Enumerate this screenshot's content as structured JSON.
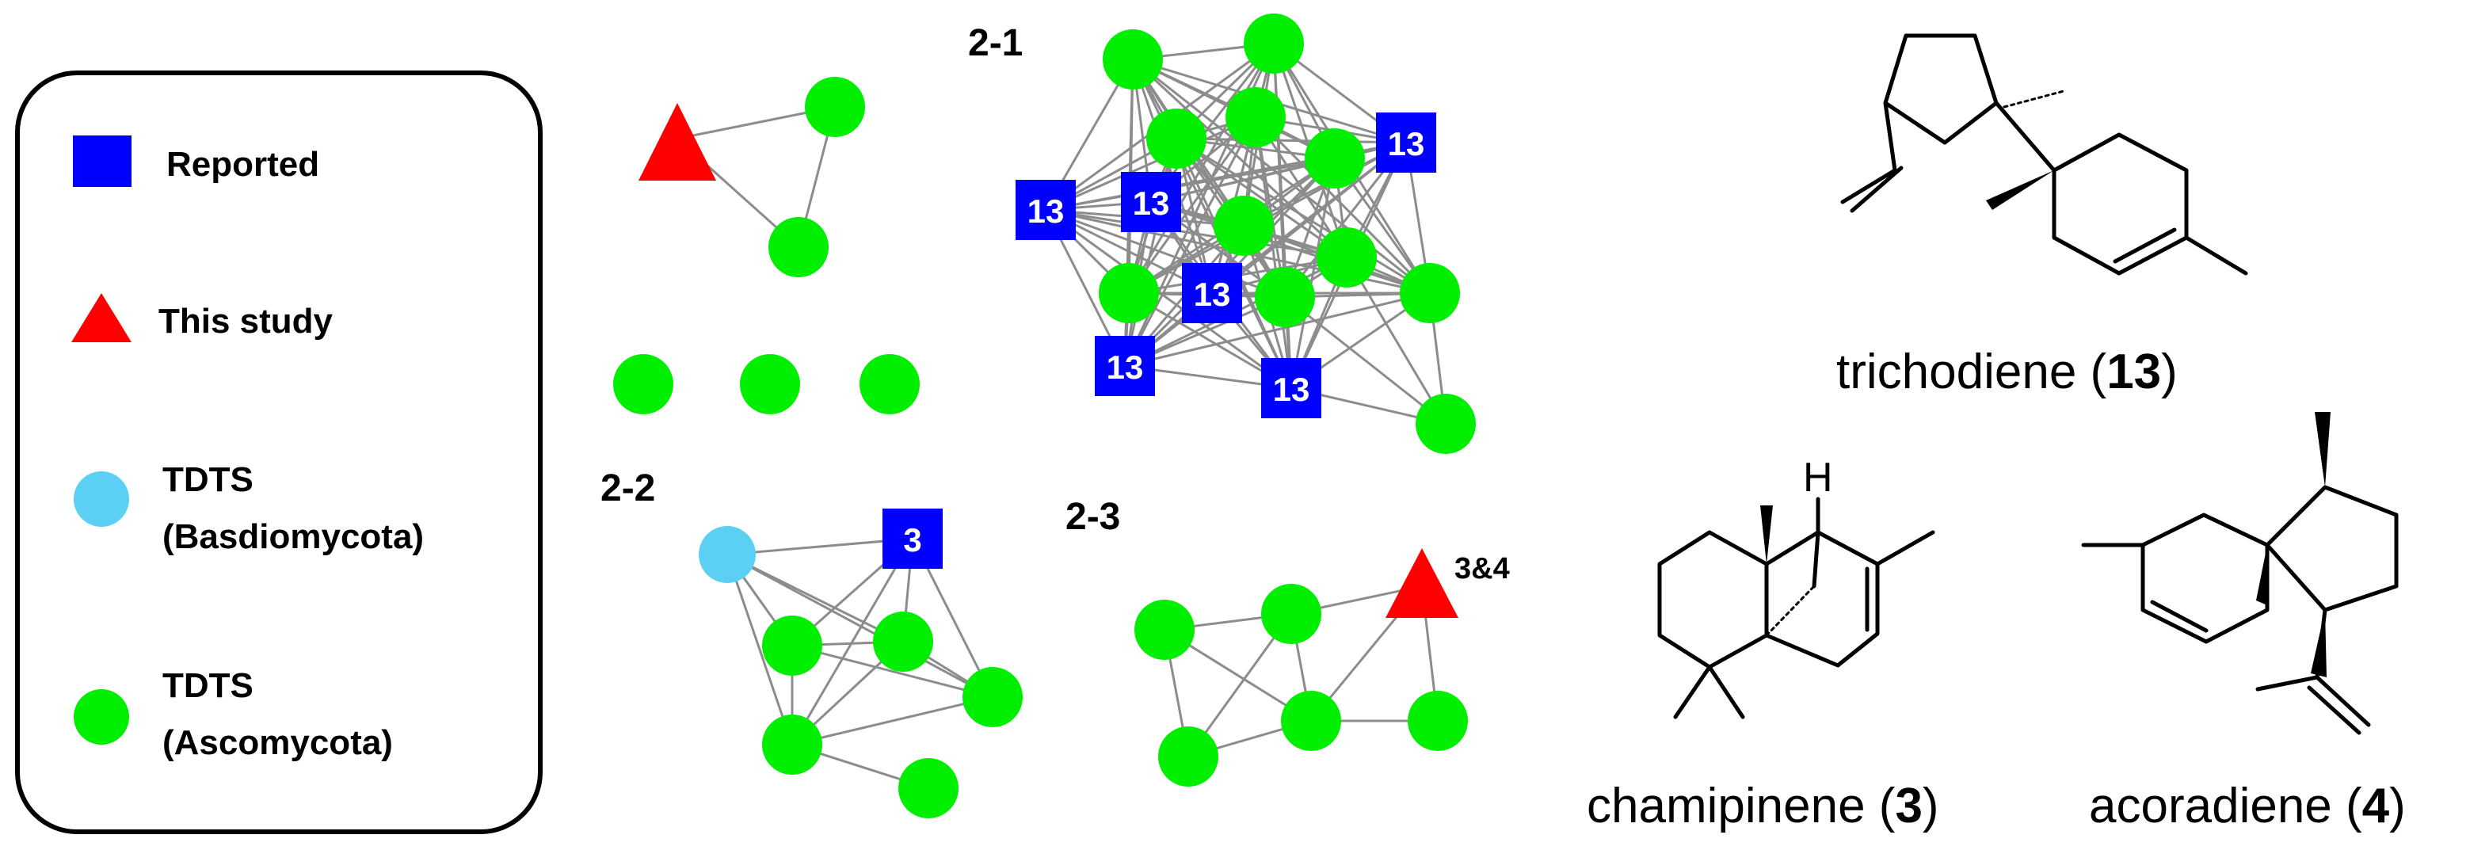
{
  "legend": {
    "items": [
      {
        "label": "Reported",
        "shape": "square",
        "color": "#0000ff"
      },
      {
        "label": "This study",
        "shape": "triangle",
        "color": "#ff0000"
      },
      {
        "label": "TDTS (Basdiomycota)",
        "shape": "circle",
        "color": "#5ccff5",
        "lines": [
          "TDTS",
          "(Basdiomycota)"
        ]
      },
      {
        "label": "TDTS (Ascomycota)",
        "shape": "circle",
        "color": "#00ee00",
        "lines": [
          "TDTS",
          "(Ascomycota)"
        ]
      }
    ]
  },
  "clusters": {
    "c21": {
      "label": "2-1"
    },
    "c22": {
      "label": "2-2"
    },
    "c23": {
      "label": "2-3"
    }
  },
  "node_labels": {
    "n13": "13",
    "n3": "3",
    "n34": "3&4"
  },
  "compounds": {
    "trichodiene": {
      "name": "trichodiene (",
      "number": "13",
      "close": ")"
    },
    "chamipinene": {
      "name": "chamipinene (",
      "number": "3",
      "close": ")"
    },
    "acoradiene": {
      "name": "acoradiene (",
      "number": "4",
      "close": ")"
    },
    "h_label": "H"
  },
  "colors": {
    "reported": "#0000ff",
    "this_study": "#ff0000",
    "basidio": "#5ccff5",
    "asco": "#00ee00",
    "edge": "#8c8c8c"
  }
}
